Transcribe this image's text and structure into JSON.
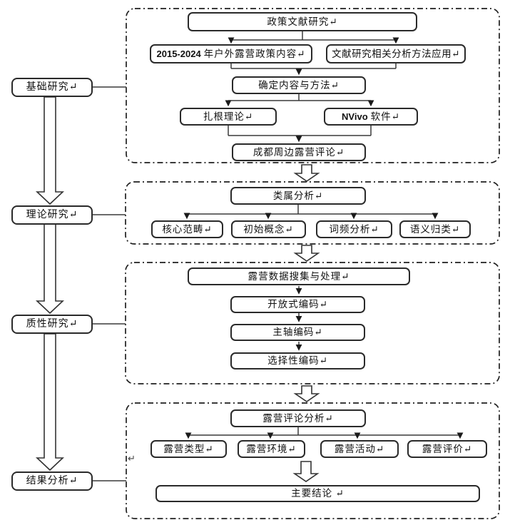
{
  "colors": {
    "background": "#ffffff",
    "box_border": "#2a2a2a",
    "connector_line": "#3a3a3a",
    "dashed_frame": "#1f1f1f",
    "text": "#111111"
  },
  "flow": {
    "rail": [
      {
        "label": "基础研究↵"
      },
      {
        "label": "理论研究↵"
      },
      {
        "label": "质性研究↵"
      },
      {
        "label": "结果分析↵"
      }
    ],
    "s1": {
      "root": "政策文献研究↵",
      "left_prefix": "2015-2024",
      "left_suffix": "年户外露营政策内容↵",
      "right": "文献研究相关分析方法应用↵",
      "decide": "确定内容与方法↵",
      "grounded": "扎根理论↵",
      "nvivo_prefix": "NVivo",
      "nvivo_suffix": "软件↵",
      "review_source": "成都周边露营评论↵"
    },
    "s2": {
      "root": "类属分析↵",
      "children": [
        "核心范畴↵",
        "初始概念↵",
        "词频分析↵",
        "语义归类↵"
      ]
    },
    "s3": {
      "root": "露营数据搜集与处理↵",
      "steps": [
        "开放式编码↵",
        "主轴编码↵",
        "选择性编码↵"
      ]
    },
    "s4": {
      "root": "露营评论分析↵",
      "children": [
        "露营类型↵",
        "露营环境↵",
        "露营活动↵",
        "露营评价↵"
      ],
      "conclusion": "主要结论 ↵"
    },
    "stray_mark": "↵"
  }
}
